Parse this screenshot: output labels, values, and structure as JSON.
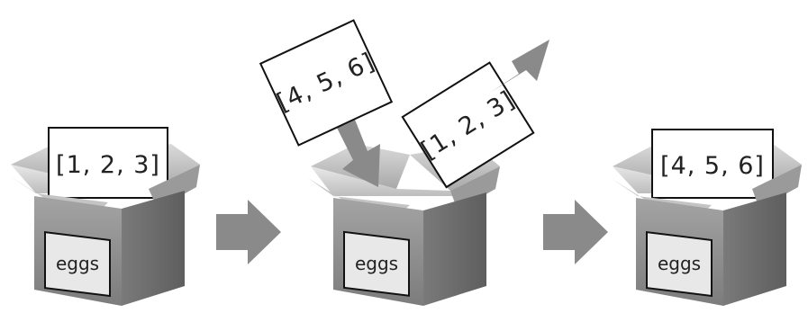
{
  "colors": {
    "box_front": "#8c8c8c",
    "box_side": "#6f6f6f",
    "box_inner": "#cfcfcf",
    "box_flap": "#b8b8b8",
    "arrow": "#8a8a8a",
    "outline": "#111111",
    "paper": "#ffffff"
  },
  "icons": [
    "box-icon",
    "right-arrow-icon",
    "down-arrow-icon",
    "up-right-arrow-icon"
  ],
  "scene": {
    "box1": {
      "label": "eggs",
      "card": "[1, 2, 3]"
    },
    "box2": {
      "label": "eggs",
      "card_in": "[4, 5, 6]",
      "card_out": "[1, 2, 3]"
    },
    "box3": {
      "label": "eggs",
      "card": "[4, 5, 6]"
    }
  }
}
